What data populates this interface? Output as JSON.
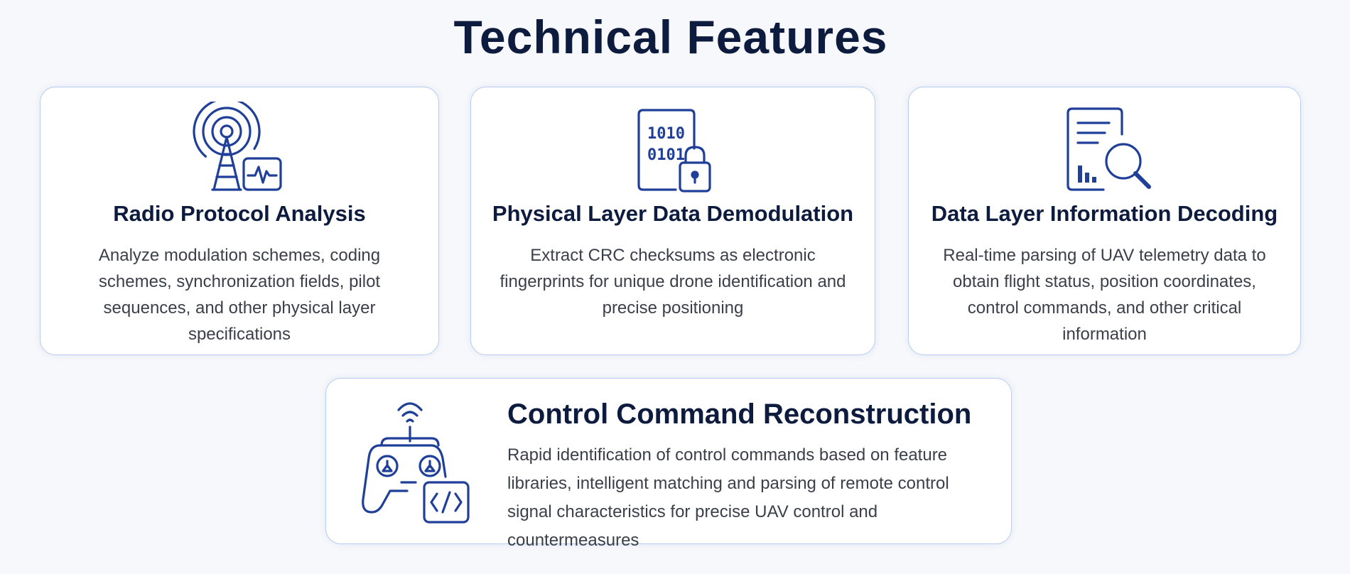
{
  "page": {
    "title": "Technical Features"
  },
  "colors": {
    "title": "#0d1b3e",
    "icon": "#1f3f99",
    "card_border": "#b9cdee",
    "background": "#f7f8fb"
  },
  "features": [
    {
      "icon": "radio-tower-icon",
      "title": "Radio Protocol Analysis",
      "description": "Analyze modulation schemes, coding schemes, synchronization fields, pilot sequences, and other physical layer specifications"
    },
    {
      "icon": "binary-lock-icon",
      "title": "Physical Layer Data Demodulation",
      "description": "Extract CRC checksums as electronic fingerprints for unique drone identification and precise positioning",
      "binary_lines": [
        "1010",
        "0101"
      ]
    },
    {
      "icon": "document-search-icon",
      "title": "Data Layer Information Decoding",
      "description": "Real-time parsing of UAV telemetry data to obtain flight status, position coordinates, control commands, and other critical information"
    },
    {
      "icon": "remote-controller-code-icon",
      "title": "Control Command Reconstruction",
      "description": "Rapid identification of control commands based on feature libraries, intelligent matching and parsing of remote control signal characteristics for precise UAV control and countermeasures"
    }
  ]
}
